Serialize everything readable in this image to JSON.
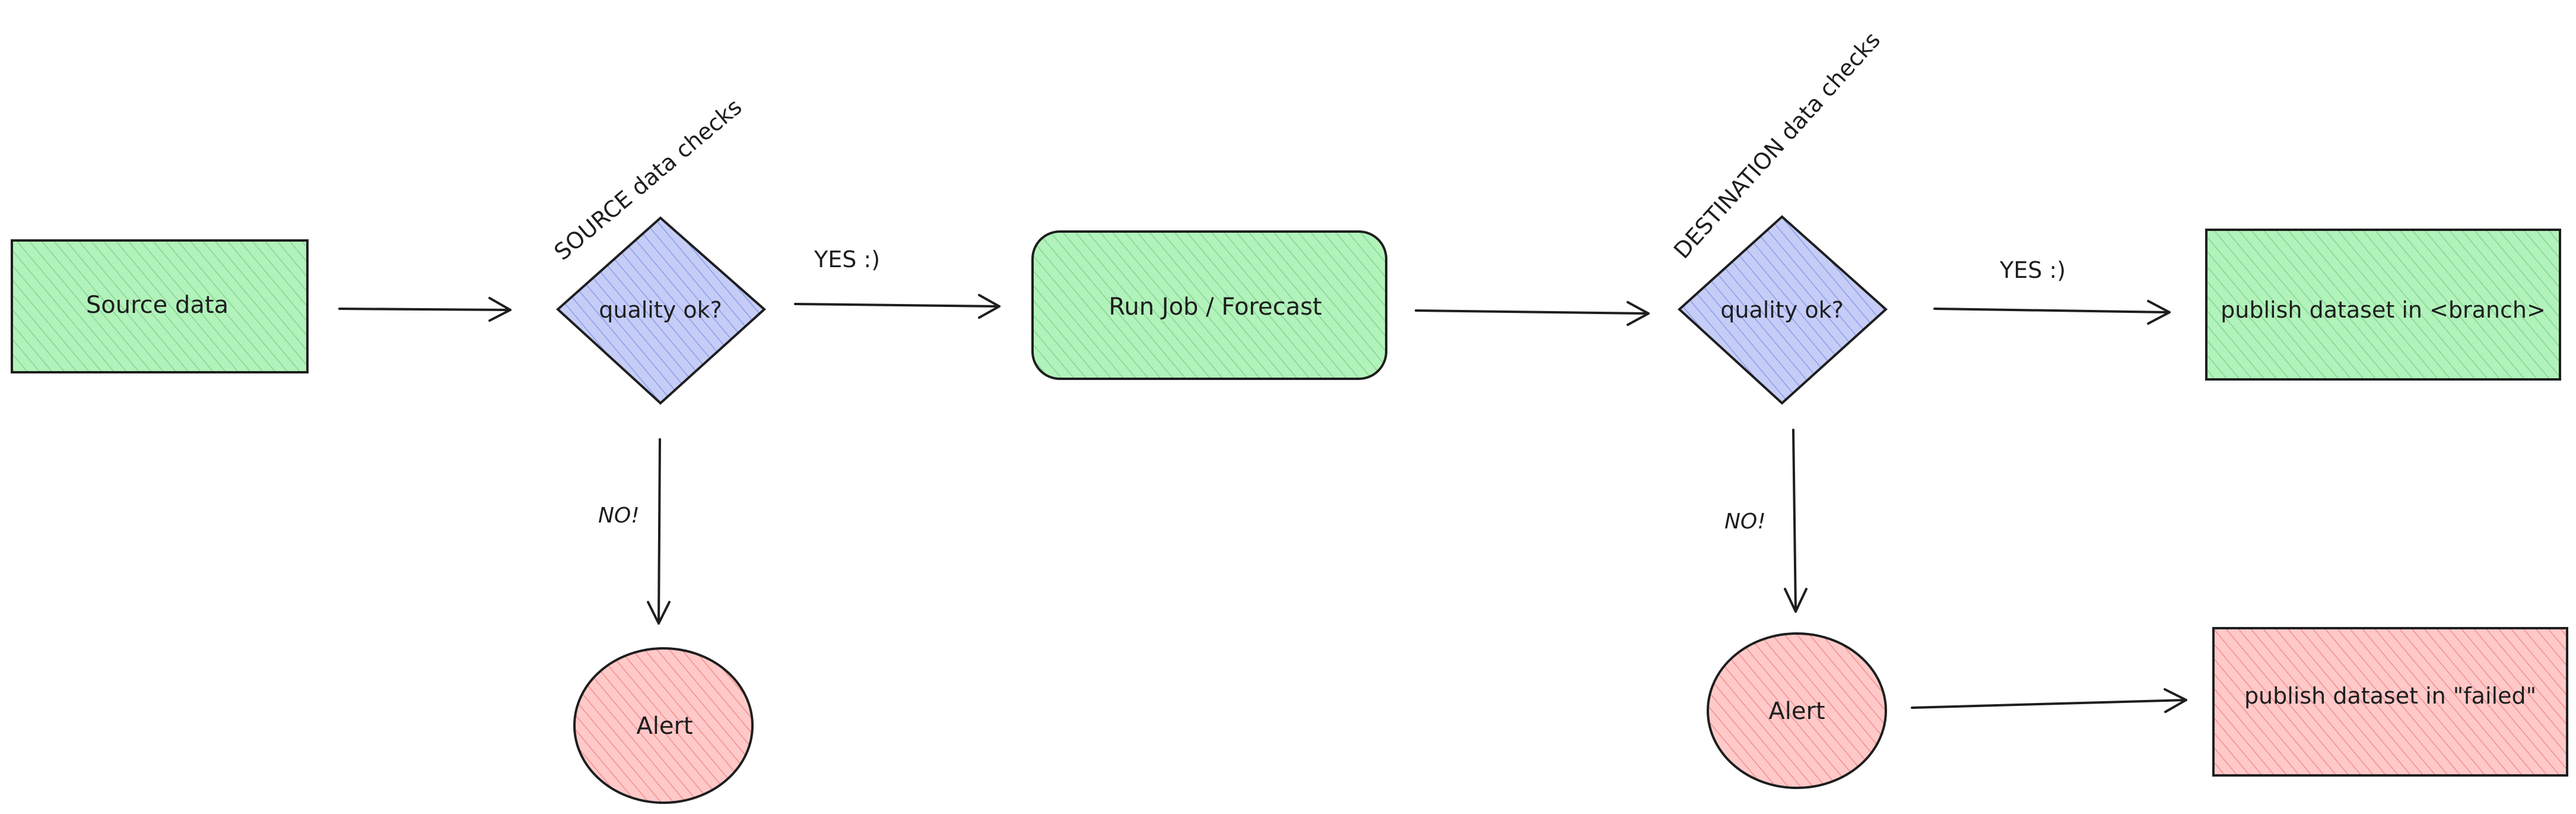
{
  "colors": {
    "green": "#b2f2bb",
    "green_hatch": "#2f9e44",
    "blue": "#c5cdf7",
    "blue_hatch": "#4c5fd5",
    "red": "#ffc9c9",
    "red_hatch": "#e03131",
    "stroke": "#1e1e1e"
  },
  "nodes": {
    "source_data": "Source data",
    "source_check": "quality ok?",
    "run_job": "Run Job / Forecast",
    "dest_check": "quality ok?",
    "publish_branch": "publish dataset in <branch>",
    "alert_source": "Alert",
    "alert_dest": "Alert",
    "publish_failed": "publish dataset in \"failed\""
  },
  "annotations": {
    "source_checks": "SOURCE data checks",
    "dest_checks": "DESTINATION data checks"
  },
  "edge_labels": {
    "yes_1": "YES :)",
    "yes_2": "YES :)",
    "no_1": "NO!",
    "no_2": "NO!"
  }
}
